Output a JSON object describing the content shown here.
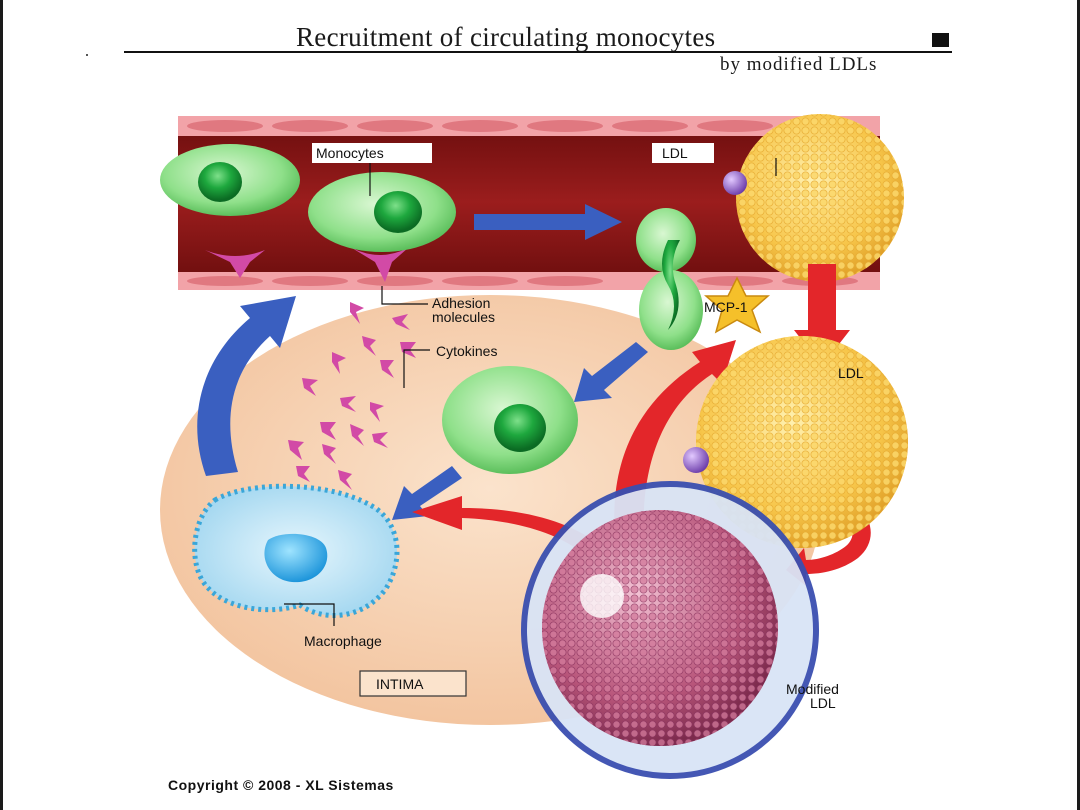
{
  "header": {
    "title": "Recruitment of circulating monocytes",
    "subtitle": "by modified LDLs"
  },
  "labels": {
    "monocytes": "Monocytes",
    "ldl_top": "LDL",
    "adhesion_line1": "Adhesion",
    "adhesion_line2": "molecules",
    "cytokines": "Cytokines",
    "mcp1": "MCP-1",
    "ldl_mid": "LDL",
    "macrophage": "Macrophage",
    "intima": "INTIMA",
    "modified_line1": "Modified",
    "modified_line2": "LDL"
  },
  "footer": {
    "copyright": "Copyright © 2008 - XL Sistemas"
  },
  "colors": {
    "vessel": "#8a1414",
    "vessel_wall": "#f2a3a8",
    "intima": "#f8d6b8",
    "monocyte": "#8fe08a",
    "nucleus": "#1e9a3a",
    "ldl": "#f7c64a",
    "modified_ldl": "#b8557a",
    "macrophage": "#b9e3f5",
    "blue_arrow": "#3a5fc0",
    "red_arrow": "#e3262a",
    "adhesion": "#d24aa6",
    "mcp1": "#f5c02a"
  }
}
